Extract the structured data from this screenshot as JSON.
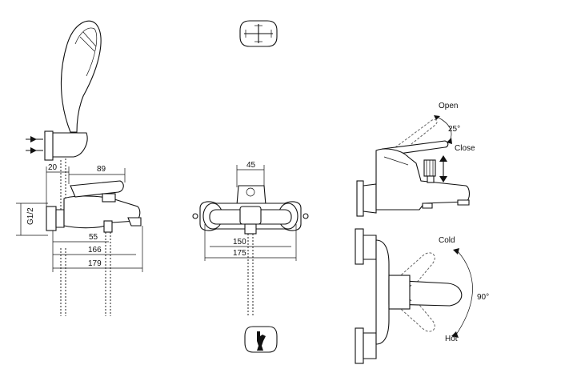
{
  "dimensions": {
    "d20": "20",
    "d89": "89",
    "thread": "G1/2",
    "d55": "55",
    "d166": "166",
    "d179": "179",
    "d45": "45",
    "d150": "150",
    "d175": "175"
  },
  "labels": {
    "open": "Open",
    "close": "Close",
    "angle_lift": "25°",
    "cold": "Cold",
    "hot": "Hot",
    "angle_turn": "90°"
  },
  "icons": {
    "top": "cross-handle-icon",
    "bottom": "wrench-icon"
  }
}
